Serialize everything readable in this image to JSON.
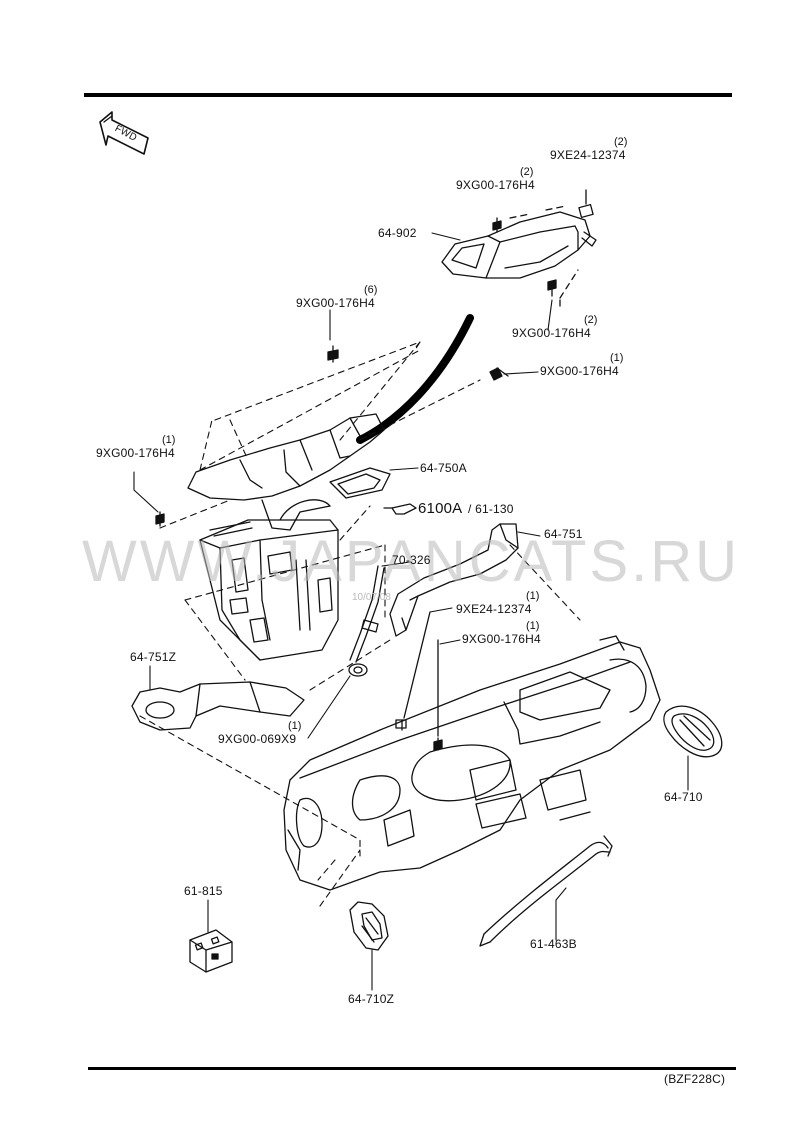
{
  "diagram": {
    "fwd_label": "FWD",
    "watermark": "WWW.JAPANCATS.RU",
    "watermark_small": "10/07/08",
    "footer_code": "(BZF228C)",
    "ref_text": "6100A",
    "ref_suffix": "/ 61-130",
    "parts": [
      {
        "id": "p1",
        "label": "9XE24-12374",
        "qty": "(2)"
      },
      {
        "id": "p2",
        "label": "9XG00-176H4",
        "qty": "(2)"
      },
      {
        "id": "p3",
        "label": "64-902",
        "qty": ""
      },
      {
        "id": "p4",
        "label": "9XG00-176H4",
        "qty": "(2)"
      },
      {
        "id": "p5",
        "label": "9XG00-176H4",
        "qty": "(6)"
      },
      {
        "id": "p6",
        "label": "9XG00-176H4",
        "qty": "(1)"
      },
      {
        "id": "p7",
        "label": "9XG00-176H4",
        "qty": "(1)"
      },
      {
        "id": "p8",
        "label": "64-750A",
        "qty": ""
      },
      {
        "id": "p9",
        "label": "64-751",
        "qty": ""
      },
      {
        "id": "p10",
        "label": "70-326",
        "qty": ""
      },
      {
        "id": "p11",
        "label": "9XE24-12374",
        "qty": "(1)"
      },
      {
        "id": "p12",
        "label": "9XG00-176H4",
        "qty": "(1)"
      },
      {
        "id": "p13",
        "label": "64-751Z",
        "qty": ""
      },
      {
        "id": "p14",
        "label": "9XG00-069X9",
        "qty": "(1)"
      },
      {
        "id": "p15",
        "label": "64-710",
        "qty": ""
      },
      {
        "id": "p16",
        "label": "61-815",
        "qty": ""
      },
      {
        "id": "p17",
        "label": "61-463B",
        "qty": ""
      },
      {
        "id": "p18",
        "label": "64-710Z",
        "qty": ""
      }
    ]
  }
}
